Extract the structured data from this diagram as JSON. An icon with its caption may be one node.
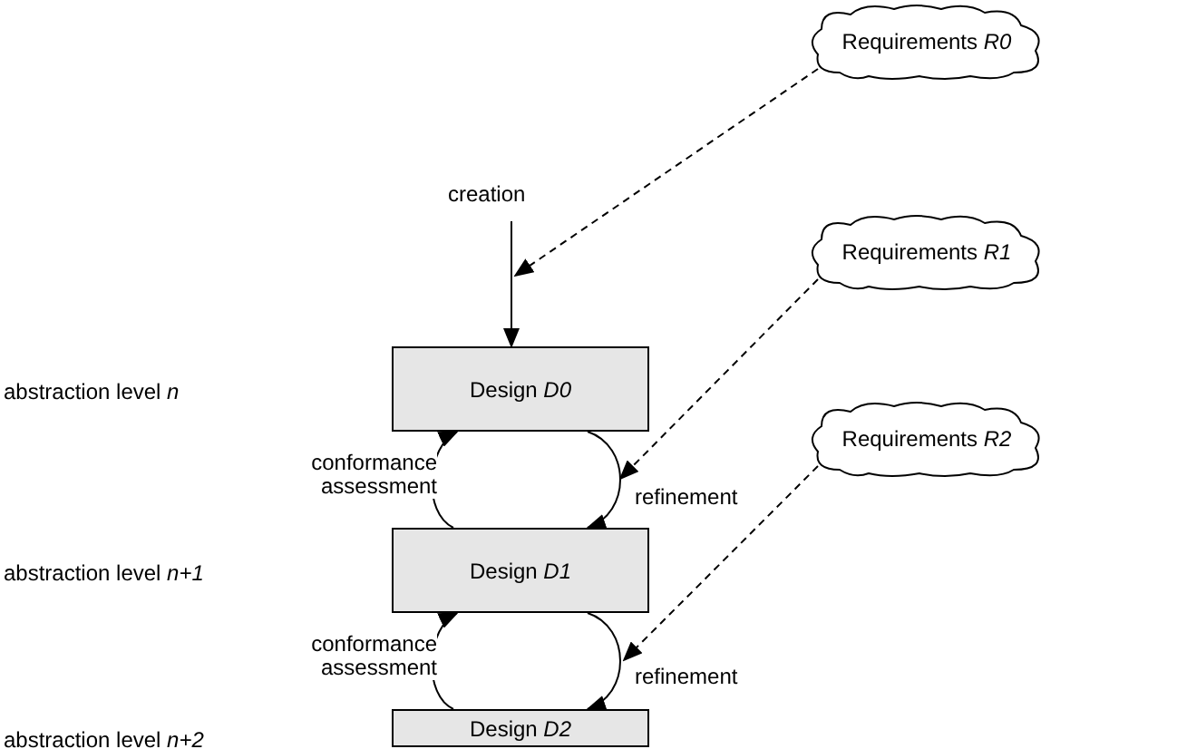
{
  "diagram": {
    "nodes": [
      {
        "text": [
          "Design *D0*"
        ]
      },
      {
        "text": [
          "Design *D1*"
        ]
      },
      {
        "text": [
          "Design *D2*"
        ]
      },
      {
        "text": [
          "Requirements *R0*"
        ]
      },
      {
        "text": [
          "Requirements *R1*"
        ]
      },
      {
        "text": [
          "Requirements *R2*"
        ]
      }
    ],
    "edges": [
      {
        "from": null,
        "to": 0,
        "arrow": "to",
        "label": "creation"
      },
      {
        "from": 3,
        "to": null,
        "arrow": "to",
        "style": "dashed"
      },
      {
        "from": 0,
        "to": 1,
        "arrow": "to",
        "label": "refinement"
      },
      {
        "from": 1,
        "to": 0,
        "arrow": "to",
        "label": "conformance assessment"
      },
      {
        "from": 4,
        "to": null,
        "arrow": "to",
        "style": "dashed"
      },
      {
        "from": 1,
        "to": 2,
        "arrow": "to",
        "label": "refinement"
      },
      {
        "from": 2,
        "to": 1,
        "arrow": "to",
        "label": "conformance assessment"
      },
      {
        "from": 5,
        "to": null,
        "arrow": "to",
        "style": "dashed"
      }
    ],
    "labels": [
      "abstraction level *n*",
      "abstraction level *n+1*",
      "abstraction level *n+2*"
    ]
  }
}
